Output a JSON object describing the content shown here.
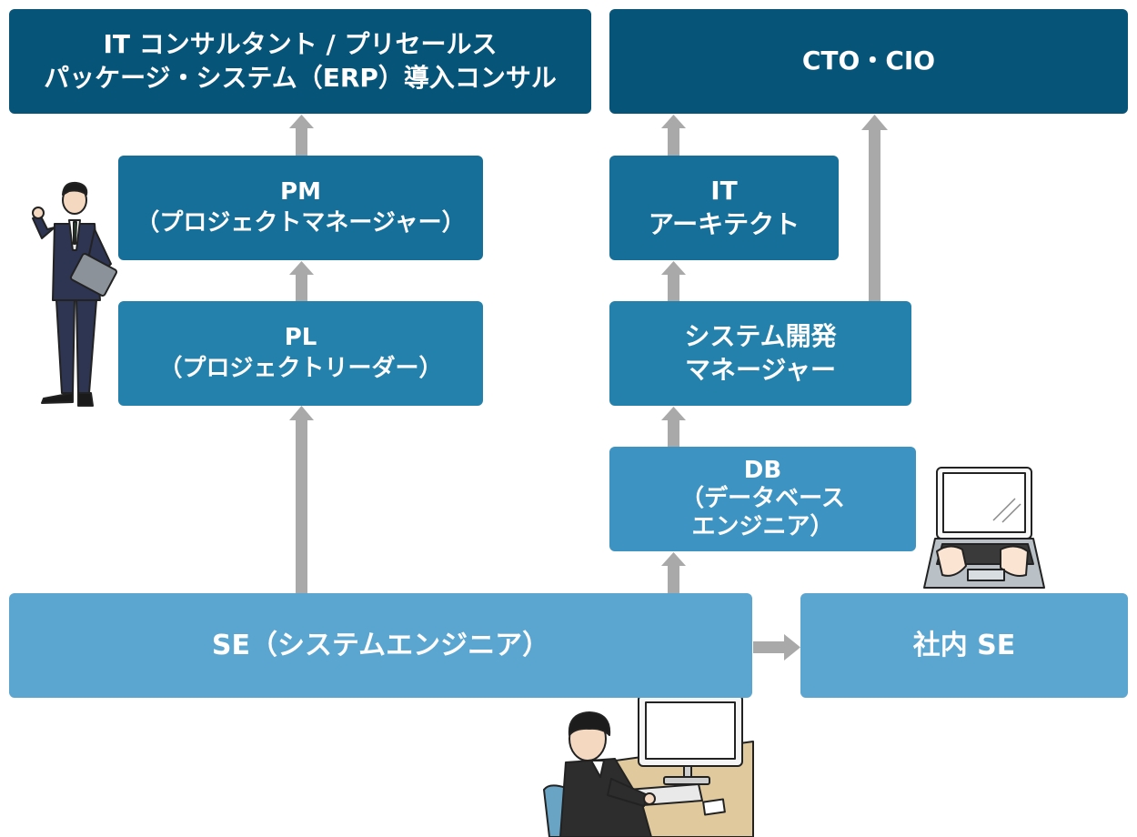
{
  "colors": {
    "top": "#075479",
    "level2": "#166f99",
    "level3": "#2381ab",
    "level4": "#3d93c1",
    "base": "#5aa6d1",
    "arrow": "#a9a9a9"
  },
  "boxes": {
    "consultant": {
      "line1": "IT コンサルタント / プリセールス",
      "line2": "パッケージ・システム（ERP）導入コンサル"
    },
    "cto": {
      "line1": "CTO・CIO"
    },
    "pm": {
      "line1": "PM",
      "line2": "（プロジェクトマネージャー）"
    },
    "architect": {
      "line1": "IT",
      "line2": "アーキテクト"
    },
    "pl": {
      "line1": "PL",
      "line2": "（プロジェクトリーダー）"
    },
    "dev_manager": {
      "line1": "システム開発",
      "line2": "マネージャー"
    },
    "db": {
      "line1": "DB",
      "line2": "（データベース",
      "line3": "エンジニア）"
    },
    "se": {
      "line1": "SE（システムエンジニア）"
    },
    "inhouse_se": {
      "line1": "社内 SE"
    }
  },
  "illustrations": [
    "businessman-illustration",
    "laptop-typing-illustration",
    "desk-worker-illustration"
  ]
}
